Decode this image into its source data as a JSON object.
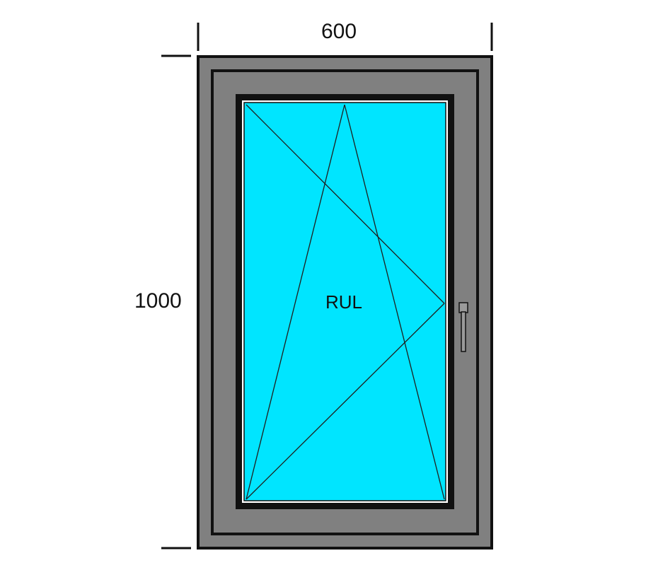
{
  "dimensions": {
    "width_label": "600",
    "height_label": "1000"
  },
  "sash": {
    "opening_label": "RUL"
  },
  "colors": {
    "frame": "#808080",
    "glass": "#00E5FF",
    "outline": "#111111",
    "background": "#FFFFFF"
  },
  "icons": {
    "handle": "window-handle-icon"
  }
}
